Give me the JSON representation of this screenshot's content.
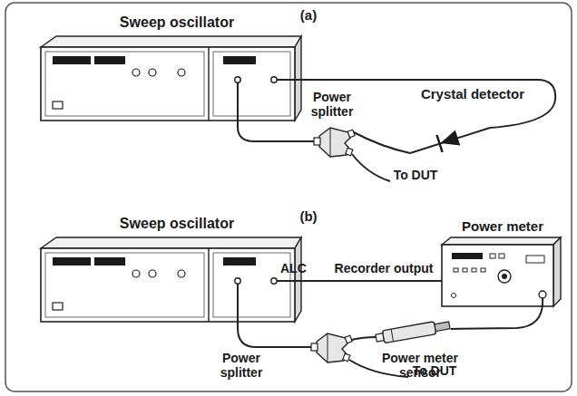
{
  "diagram": {
    "labels": [
      "(a)",
      "Sweep oscillator",
      "Power splitter",
      "Crystal detector",
      "To DUT",
      "(b)",
      "Sweep oscillator",
      "ALC",
      "Recorder output",
      "Power meter",
      "Power splitter",
      "Power meter sensor",
      "To DUT"
    ]
  }
}
